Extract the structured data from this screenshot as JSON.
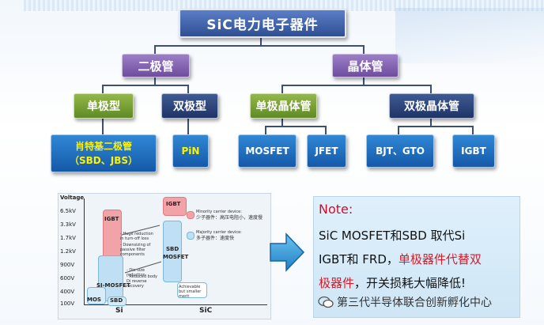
{
  "root": "SiC电力电子器件",
  "level1": {
    "diode": "二极管",
    "transistor": "晶体管"
  },
  "level2": {
    "unipolar": "单极型",
    "bipolar": "双极型",
    "unipolar_transistor": "单极晶体管",
    "bipolar_transistor": "双极晶体管"
  },
  "leaves": {
    "schottky_line1": "肖特基二极管",
    "schottky_line2": "（SBD、JBS）",
    "pin": "PiN",
    "mosfet": "MOSFET",
    "jfet": "JFET",
    "bjt_gto": "BJT、GTO",
    "igbt": "IGBT"
  },
  "figure": {
    "y_title": "Voltage",
    "y_ticks": [
      "6.5kV",
      "3.3kV",
      "1.7kV",
      "1.2kV",
      "900V",
      "600V",
      "400V",
      "100V"
    ],
    "x_labels": [
      "Si",
      "SiC"
    ],
    "labels": {
      "si_igbt": "IGBT",
      "si_sj": "SJ-MOSFET",
      "si_mos": "MOS",
      "si_sbd": "SBD",
      "sic_igbt": "IGBT",
      "sic_sbd_mosfet_1": "SBD",
      "sic_sbd_mosfet_2": "MOSFET"
    },
    "notes": {
      "n1": "- Huge reduction in turn-off loss",
      "n2": "- Downsizing of passive filter components",
      "n3": "- Die size reduction",
      "n4": "- Reduced body Di reverse recovery",
      "n5": "Achievable but smaller merit",
      "legend1": "Minority carrier device:",
      "legend1_cn": "少子器件：高压电阻小，速度慢",
      "legend2": "Majority carrier device:",
      "legend2_cn": "多子器件：速度快"
    }
  },
  "note_panel": {
    "title": "Note:",
    "line1": "SiC MOSFET和SBD 取代Si",
    "line2_plain": "IGBT和 FRD，",
    "line2_red": "单极器件代替双",
    "line3_red": "极器件",
    "line3_plain": "，开关损耗大幅降低!"
  },
  "watermark": "第三代半导体联合创新孵化中心",
  "colors": {
    "root": "#3b5ea8",
    "level1": "#7f5fb0",
    "green": "#6f9a2e",
    "navy": "#2a4278",
    "leaf": "#1f6fc0",
    "leaf_yellow_text": "#fff200",
    "note_red": "#c8102e"
  }
}
